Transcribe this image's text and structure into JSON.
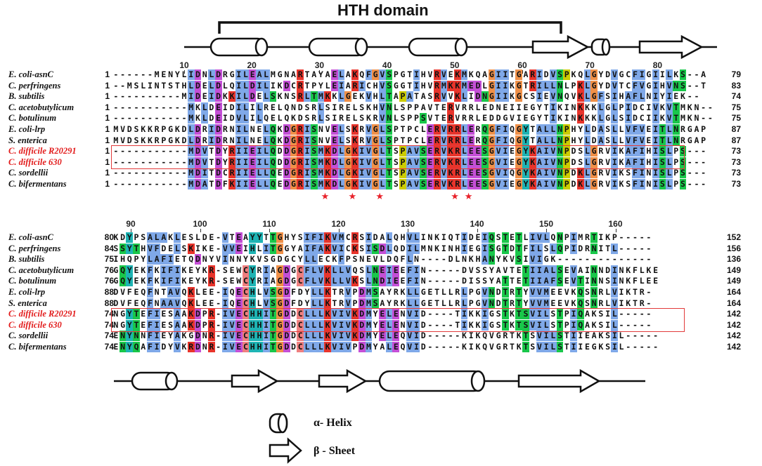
{
  "title": "HTH domain",
  "legend": {
    "helix_label": "α- Helix",
    "sheet_label": "β - Sheet"
  },
  "block1": {
    "ruler": [
      "10",
      "20",
      "30",
      "40",
      "50",
      "60",
      "70",
      "80"
    ],
    "rows": [
      {
        "name": "E. coli-asnC",
        "red": false,
        "start": "1",
        "seq": "------MENYLIDNLDRGILEALMGNARTAYAELAKQFGVSPGTIHVRVEKMKQAGIITGARIDVSPKQLGYDVGCFIGIILKS--A",
        "end": "79"
      },
      {
        "name": "C. perfringens",
        "red": false,
        "start": "1",
        "seq": "--MSLINTSTHLDELDLQILDILIKDCRTPYLEIARICHVSGGTIHVRMKKMEDLGIIKGTRILLNLPKLGYDVTCFVGIHVNS--T",
        "end": "83"
      },
      {
        "name": "B. subtilis",
        "red": false,
        "start": "1",
        "seq": "----------MIDEIDKKILDELSKNSRLTMKKLGEKVHLTAPATASRVVKLIDNGIIKGCSIEVNQVKLGFSIHAFLNIYIEK--",
        "end": "74"
      },
      {
        "name": "C. acetobutylicum",
        "red": false,
        "start": "1",
        "seq": "-----------MKLDEIDILILRELQNDSRLSIRELSKHVNLSPPAVTERVRRLEDNEIIEGYTIKINKKKLGLPIDCIVKVTMKN--",
        "end": "75"
      },
      {
        "name": "C. botulinum",
        "red": false,
        "start": "1",
        "seq": "-----------MKLDEIDVLILQELQKDSRLSIRELSKRVNLSPPSVTERVRRLEDDGVIEGYTIKINKKKLGLSIDCIIKVTMKN--",
        "end": "75"
      },
      {
        "name": "E. coli-lrp",
        "red": false,
        "start": "1",
        "seq": "MVDSKKRPGKDLDRIDRNILNELQKDGRISNVELSKRVGLSPTPCLERVRRLERQGFIQGYTALLNPHYLDASLLVFVEITLNRGAP",
        "end": "87"
      },
      {
        "name": "S. enterica",
        "red": false,
        "start": "1",
        "seq": "MVDSKKRPGKDLDRIDRNILNELQKDGRISNVELSKRVGLSPTPCLERVRRLERQGFIQGYTALLNPHYLDASLLVFVEITLNRGAP",
        "end": "87"
      },
      {
        "name": "C. difficile R20291",
        "red": true,
        "start": "1",
        "seq": "-----------MDVTDYRIIEILQDDGRISMKDLGKIVGLTSPAVSERVKRLEESGVIEGYKAIVNPDSLGRVIKAFIHISLPS---",
        "end": "73"
      },
      {
        "name": "C. difficile 630",
        "red": true,
        "start": "1",
        "seq": "-----------MDVTDYRIIEILQDDGRISMKDLGKIVGLTSPAVSERVKRLEESGVIEGYKAIVNPDSLGRVIKAFIHISLPS---",
        "end": "73"
      },
      {
        "name": "C. sordellii",
        "red": false,
        "start": "1",
        "seq": "-----------MDITDCRIIELLQEDGRISMKDLGKIVGLTSPAVSERVKRLEESGVIQGYKAIVNPDKLGRVIKSFINISLPS---",
        "end": "73"
      },
      {
        "name": "C. bifermentans",
        "red": false,
        "start": "1",
        "seq": "-----------MDATDFKIIELLQEDGRISMKDLGKIVGLTSPAVSERVKRLEESGVIEGYKAIVNPDKLGRVIKSFINISLPS---",
        "end": "73"
      }
    ],
    "stars": [
      "★",
      "★",
      "★",
      "★",
      "★"
    ]
  },
  "block2": {
    "ruler": [
      "90",
      "100",
      "110",
      "120",
      "130",
      "140",
      "150",
      "160"
    ],
    "rows": [
      {
        "name": "E. coli-asnC",
        "red": false,
        "start": "80",
        "seq": "KDYPSALAKLESLDE-VTEAYYTTGHYSIFIKVMCRSIDALQHVLINKIQTIDEIQSTETLIVLQNPIMRTIKP-----",
        "end": "152"
      },
      {
        "name": "C. perfringens",
        "red": false,
        "start": "84",
        "seq": "SSYTHVFDELSKIKE-VVEIHLITGGYAIFAKVICKSISDLQDILMNKINHIEGISGTDTFILSLQPIDRNITL-----",
        "end": "156"
      },
      {
        "name": "B. subtilis",
        "red": false,
        "start": "75",
        "seq": "IHQPYLAFIETQDNYVINNYKVSGDGCYLLECKFPSNEVLDQFLN----DLNKHANYKVSIVIGK--------------",
        "end": "136"
      },
      {
        "name": "C. acetobutylicum",
        "red": false,
        "start": "76",
        "seq": "GQYEKFKIFIKEYKR-SEWCYRIAGDGCFLVKLLVQSLNEIEEFIN-----DVSSYAVTETIIALSEVAINNDINKFLKE",
        "end": "149"
      },
      {
        "name": "C. botulinum",
        "red": false,
        "start": "76",
        "seq": "GQYEKFKIFIKEYKR-SEWCYRIAGDGCFLVKLLVKSLNDIEEFIN-----DISSYATTETIIAFSEVTINNSINKFLEE",
        "end": "149"
      },
      {
        "name": "E. coli-lrp",
        "red": false,
        "start": "88",
        "seq": "DVFEQFNTAVQKLEE-IQECHLVSGDFDYLLKTRVPDMSAYRKLLGETLLRLPGVNDTRTYVVMEEVKQSNRLVIKTR-",
        "end": "164"
      },
      {
        "name": "S. enterica",
        "red": false,
        "start": "88",
        "seq": "DVFEQFNAAVQKLEE-IQECHLVSGDFDYLLKTRVPDMSAYRKLLGETLLRLPGVNDTRTYVVMEEVKQSNRLVIKTR-",
        "end": "164"
      },
      {
        "name": "C. difficile R20291",
        "red": true,
        "start": "74",
        "seq": "NGYTEFIESAAKDPR-IVECHHITGDDCLLLKVIVKDMYELENVID----TIKKIGSTKTSVILSTPIQAKSIL-----",
        "end": "142"
      },
      {
        "name": "C. difficile 630",
        "red": true,
        "start": "74",
        "seq": "NGYTEFIESAAKDPR-IVECHHITGDDCLLLKVIVKDMYELENVID----TIKKIGSTKTSVILSTPIQAKSIL-----",
        "end": "142"
      },
      {
        "name": "C. sordellii",
        "red": false,
        "start": "74",
        "seq": "ENYNNFIEYAKGDNR-IVECHHITGDDCLLLKVIVKDMYELEQVID-----KIKQVGRTKTSVILSTIIEAKSIL-----",
        "end": "142"
      },
      {
        "name": "C. bifermentans",
        "red": false,
        "start": "74",
        "seq": "ENYQAFIDYVKRDNR-IVECHHITGDDCLLLKVIVPDMYALEQVID-----KIKQVGRTKTSVILSTIIEGKSIL-----",
        "end": "142"
      }
    ]
  },
  "colors": {
    "hydrophobic": "#7fa8e8",
    "positive": "#e8342b",
    "negative": "#c44fd6",
    "polar": "#19c74a",
    "glycine": "#f09048",
    "proline": "#cccc00",
    "aromatic": "#1eb4b4",
    "cysteine": "#ef7f7f",
    "box": "#e23a3a",
    "star": "#e8212a"
  }
}
